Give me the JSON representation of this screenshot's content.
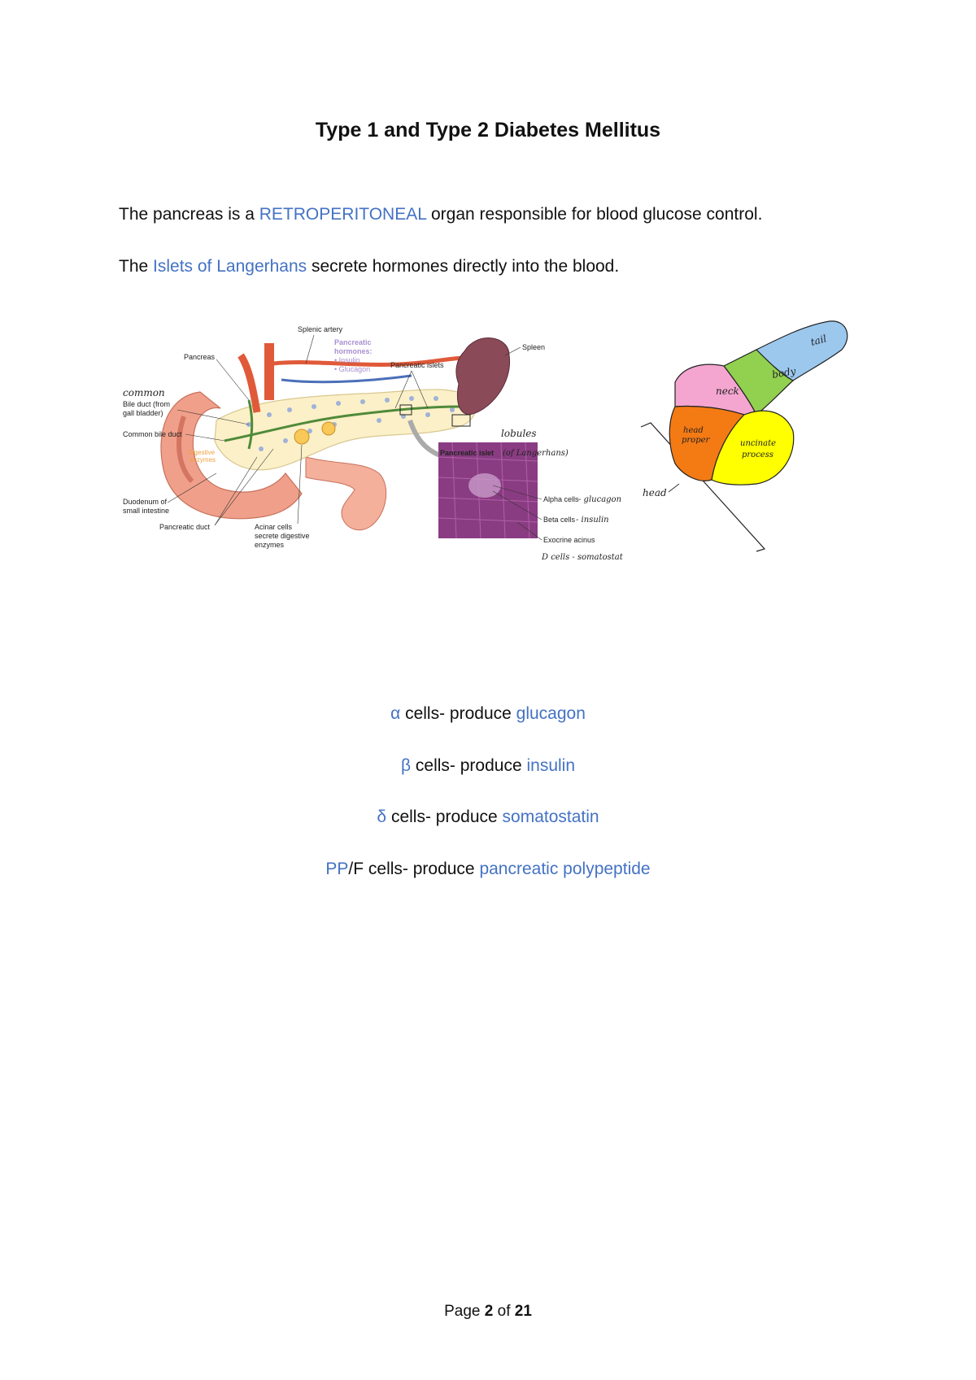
{
  "title": "Type 1 and Type 2 Diabetes Mellitus",
  "para1": {
    "before": "The pancreas is a ",
    "highlight": "RETROPERITONEAL",
    "after": " organ responsible for blood glucose control."
  },
  "para2": {
    "before": "The ",
    "highlight": "Islets of Langerhans",
    "after": " secrete hormones directly into the blood."
  },
  "figure_left": {
    "labels": {
      "splenic_artery": "Splenic artery",
      "pancreas": "Pancreas",
      "hormones_title1": "Pancreatic",
      "hormones_title2": "hormones:",
      "insulin": "• Insulin",
      "glucagon": "• Glucagon",
      "pancreatic_islets": "Pancreatic islets",
      "spleen": "Spleen",
      "common": "common",
      "bile_duct1": "Bile duct (from",
      "bile_duct2": "gall bladder)",
      "common_bile_duct": "Common bile duct",
      "digestive1": "Digestive",
      "digestive2": "enzymes",
      "lobules": "lobules",
      "pancreatic_islet": "Pancreatic islet",
      "of_langerhans": "(of Langerhans)",
      "duodenum1": "Duodenum of",
      "duodenum2": "small intestine",
      "pancreatic_duct": "Pancreatic duct",
      "acinar1": "Acinar cells",
      "acinar2": "secrete digestive",
      "acinar3": "enzymes",
      "alpha_cells": "Alpha cells",
      "alpha_note": "- glucagon",
      "beta_cells": "Beta cells",
      "beta_note": "- insulin",
      "exocrine_acinus": "Exocrine acinus",
      "delta_note": "D cells - somatostatin"
    }
  },
  "figure_right": {
    "labels": {
      "tail": "tail",
      "body": "body",
      "neck": "neck",
      "head_proper1": "head",
      "head_proper2": "proper",
      "uncinate1": "uncinate",
      "uncinate2": "process",
      "head": "head"
    },
    "colors": {
      "tail": "#9cc8ee",
      "body": "#92d050",
      "neck": "#f4a6d0",
      "head_proper": "#f47a14",
      "uncinate": "#ffff00"
    }
  },
  "cells": [
    {
      "symbol": "α",
      "text": " cells- produce ",
      "product": "glucagon"
    },
    {
      "symbol": "β",
      "text": " cells- produce ",
      "product": "insulin"
    },
    {
      "symbol": "δ",
      "text": " cells- produce ",
      "product": "somatostatin"
    },
    {
      "symbol": "PP",
      "text": "/F cells- produce ",
      "product": "pancreatic polypeptide"
    }
  ],
  "footer": {
    "prefix": "Page ",
    "page": "2",
    "middle": " of ",
    "total": "21"
  }
}
